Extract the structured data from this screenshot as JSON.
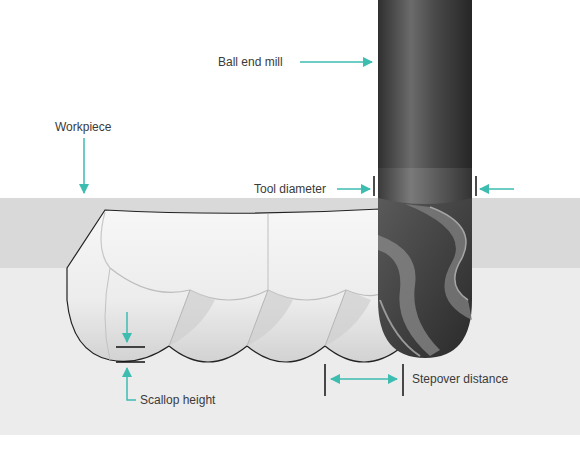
{
  "diagram": {
    "labels": [
      "Ball end mill",
      "Workpiece",
      "Tool diameter",
      "Scallop height",
      "Stepover distance"
    ]
  }
}
